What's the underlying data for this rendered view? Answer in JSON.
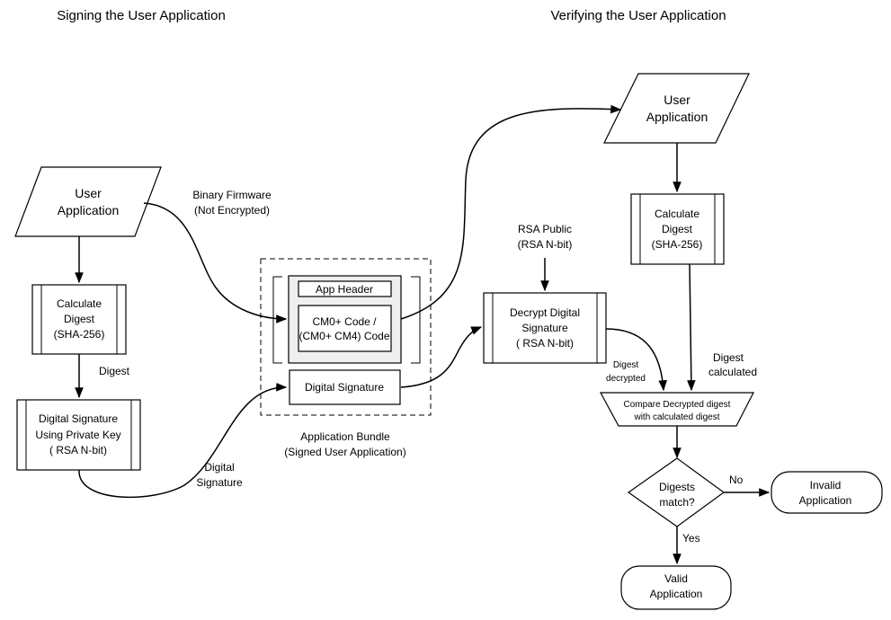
{
  "headings": {
    "signing": "Signing the User Application",
    "verifying": "Verifying the User Application"
  },
  "signing": {
    "user_application": [
      "User",
      "Application"
    ],
    "binary_firmware": [
      "Binary Firmware",
      "(Not Encrypted)"
    ],
    "calculate_digest": [
      "Calculate",
      "Digest",
      "(SHA-256)"
    ],
    "digest_label": "Digest",
    "sign_box": [
      "Digital Signature",
      "Using Private Key",
      "( RSA  N-bit)"
    ],
    "digital_signature_label": [
      "Digital",
      "Signature"
    ]
  },
  "bundle": {
    "app_header": "App Header",
    "code": [
      "CM0+ Code /",
      "(CM0+ CM4) Code"
    ],
    "digital_signature": "Digital Signature",
    "caption": [
      "Application Bundle",
      "(Signed User Application)"
    ]
  },
  "verifying": {
    "user_application": [
      "User",
      "Application"
    ],
    "calculate_digest": [
      "Calculate",
      "Digest",
      "(SHA-256)"
    ],
    "rsa_public": [
      "RSA Public",
      "(RSA N-bit)"
    ],
    "decrypt_box": [
      "Decrypt Digital",
      "Signature",
      "( RSA  N-bit)"
    ],
    "digest_decrypted": [
      "Digest",
      "decrypted"
    ],
    "digest_calculated": [
      "Digest",
      "calculated"
    ],
    "compare": [
      "Compare Decrypted digest",
      "with calculated digest"
    ],
    "decision": [
      "Digests",
      "match?"
    ],
    "no_label": "No",
    "yes_label": "Yes",
    "invalid": [
      "Invalid",
      "Application"
    ],
    "valid": [
      "Valid",
      "Application"
    ]
  }
}
